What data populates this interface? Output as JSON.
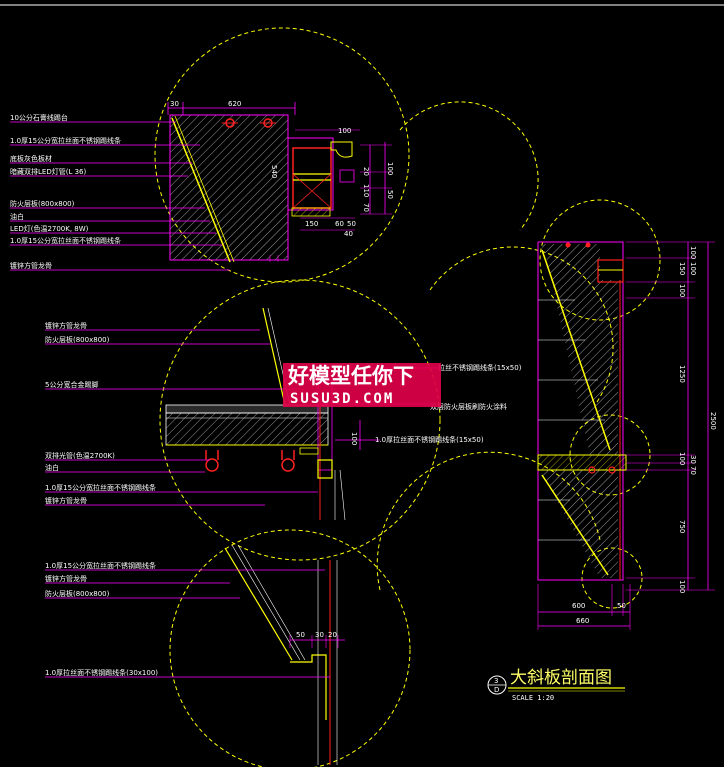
{
  "watermark": {
    "cn": "好模型任你下",
    "en": "SUSU3D.COM"
  },
  "title": {
    "main": "大斜板剖面图",
    "scale": "SCALE 1:20",
    "ref_top": "3",
    "ref_bottom": "D"
  },
  "colors": {
    "background": "#000000",
    "magenta": "#ff00ff",
    "yellow": "#ffff00",
    "red": "#ff2020",
    "white": "#ffffff",
    "watermark_box": "#e0004a"
  },
  "detail_top": {
    "labels": [
      "10公分石膏线踢台",
      "1.0厚15公分宽拉丝面不锈钢踢线条",
      "底板灰色板材",
      "暗藏双排LED灯管(L 36)",
      "防火层板(800x800)",
      "油白",
      "LED灯(色温2700K, 8W)",
      "1.0厚15公分宽拉丝面不锈钢踢线条",
      "镀锌方管龙骨"
    ],
    "dims": [
      "30",
      "620",
      "100",
      "100",
      "50",
      "540",
      "20",
      "110",
      "70",
      "150",
      "60",
      "50",
      "40"
    ]
  },
  "detail_mid": {
    "labels_left": [
      "镀锌方管龙骨",
      "防火层板(800x800)",
      "5公分宽合金踢脚",
      "双排光管(色温2700K)",
      "油白",
      "1.0厚15公分宽拉丝面不锈钢踢线条",
      "镀锌方管龙骨"
    ],
    "labels_right": [
      "拉丝不锈钢踢线条(15x50)",
      "双层防火层板刷防火涂料",
      "1.0厚拉丝面不锈钢踢线条(15x50)"
    ],
    "dims": [
      "100"
    ]
  },
  "detail_bot": {
    "labels": [
      "1.0厚15公分宽拉丝面不锈钢踢线条",
      "镀锌方管龙骨",
      "防火层板(800x800)",
      "1.0厚拉丝面不锈钢踢线条(30x100)"
    ],
    "dims": [
      "50",
      "30",
      "20"
    ]
  },
  "section": {
    "dims_right": [
      "100",
      "150",
      "100",
      "100",
      "1250",
      "100",
      "30",
      "70",
      "750",
      "100"
    ],
    "total": "2500",
    "dims_bottom": [
      "600",
      "50"
    ],
    "width_total": "660"
  }
}
